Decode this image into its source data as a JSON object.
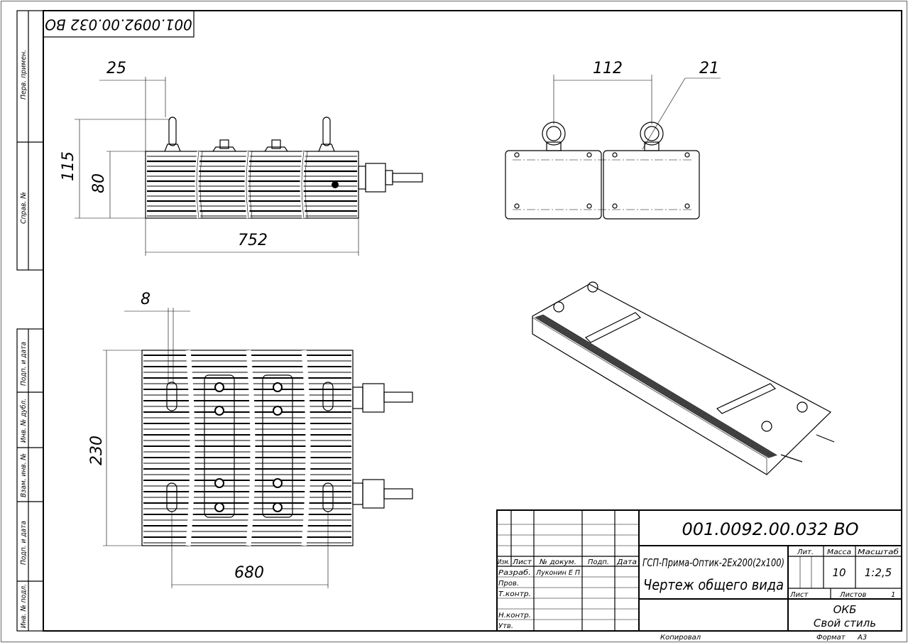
{
  "document": {
    "code": "001.0092.00.032 ВО",
    "code_rotated": "001.0092.00.032 ВО"
  },
  "side_strip": {
    "top": [
      "Перв. примен.",
      "Справ. №"
    ],
    "bottom": [
      "Подп. и дата",
      "Инв. № дубл.",
      "Взам. инв. №",
      "Подп. и дата",
      "Инв. № подл."
    ]
  },
  "dimensions": {
    "side_bolt_offset": "25",
    "side_total_height": "115",
    "side_body_height": "80",
    "side_length": "752",
    "top_slot_width": "8",
    "top_width": "230",
    "top_mount_length": "680",
    "front_eyebolt_spacing": "112",
    "front_eyebolt_dia": "21"
  },
  "title_block": {
    "headers": [
      "Изм.",
      "Лист",
      "№ докум.",
      "Подп.",
      "Дата"
    ],
    "roles": [
      "Разраб.",
      "Пров.",
      "Т.контр.",
      "",
      "Н.контр.",
      "Утв."
    ],
    "developer": "Луконин Е П",
    "product_name": "ГСП-Прима-Оптик-2Ex200(2x100)",
    "doc_type": "Чертеж общего вида",
    "lit_label": "Лит.",
    "mass_label": "Масса",
    "scale_label": "Масштаб",
    "mass": "10",
    "scale": "1:2,5",
    "sheet_label": "Лист",
    "sheets_label": "Листов",
    "sheets": "1",
    "org_line1": "ОКБ",
    "org_line2": "Свой стиль",
    "copied": "Копировал",
    "format_label": "Формат",
    "format": "А3"
  }
}
